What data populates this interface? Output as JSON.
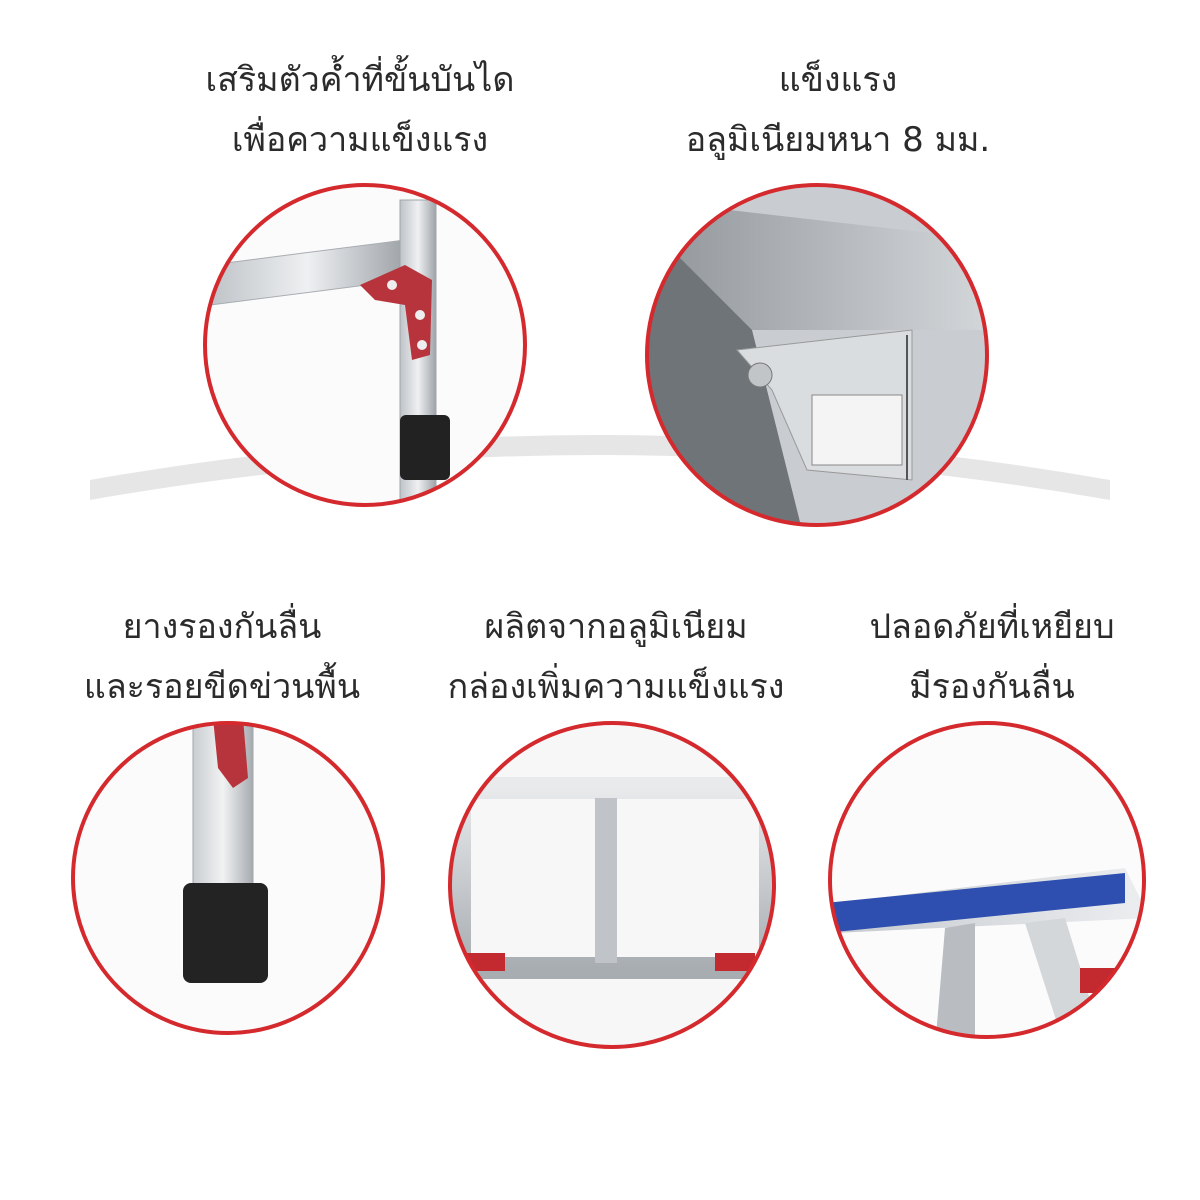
{
  "features": [
    {
      "line1": "เสริมตัวค้ำที่ขั้นบันได",
      "line2": "เพื่อความแข็งแรง"
    },
    {
      "line1": "แข็งแรง",
      "line2": "อลูมิเนียมหนา 8 มม."
    },
    {
      "line1": "ยางรองกันลื่น",
      "line2": "และรอยขีดข่วนพื้น"
    },
    {
      "line1": "ผลิตจากอลูมิเนียม",
      "line2": "กล่องเพิ่มความแข็งแรง"
    },
    {
      "line1": "ปลอดภัยที่เหยียบ",
      "line2": "มีรองกันลื่น"
    }
  ],
  "colors": {
    "ring": "#d42a2e",
    "text": "#2b2b2b",
    "watermark": "#e4e4e4",
    "rubber": "#222222",
    "bracket": "#b8343c",
    "tread": "#2f4fb0"
  }
}
